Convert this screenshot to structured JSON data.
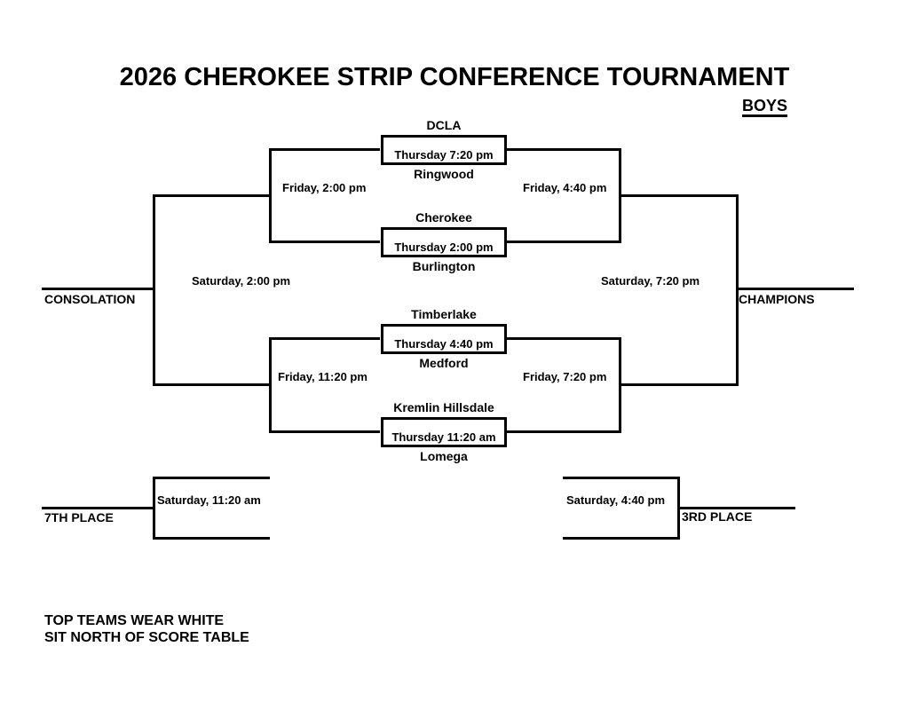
{
  "header": {
    "title": "2026 CHEROKEE STRIP CONFERENCE TOURNAMENT",
    "division": "BOYS"
  },
  "games": [
    {
      "id": "game-1",
      "top_team": "DCLA",
      "time": "Thursday 7:20 pm",
      "bottom_team": "Ringwood"
    },
    {
      "id": "game-2",
      "top_team": "Cherokee",
      "time": "Thursday 2:00 pm",
      "bottom_team": "Burlington"
    },
    {
      "id": "game-3",
      "top_team": "Timberlake",
      "time": "Thursday 4:40 pm",
      "bottom_team": "Medford"
    },
    {
      "id": "game-4",
      "top_team": "Kremlin Hillsdale",
      "time": "Thursday 11:20 am",
      "bottom_team": "Lomega"
    }
  ],
  "schedule_labels": {
    "upper_left_semifinal": "Friday, 2:00 pm",
    "upper_right_semifinal": "Friday, 4:40 pm",
    "lower_left_semifinal": "Friday, 11:20 pm",
    "lower_right_semifinal": "Friday, 7:20 pm",
    "consolation_final": "Saturday, 2:00 pm",
    "championship_final": "Saturday, 7:20 pm",
    "seventh_place_game": "Saturday, 11:20 am",
    "third_place_game": "Saturday, 4:40 pm"
  },
  "placements": {
    "consolation": "CONSOLATION",
    "champions": "CHAMPIONS",
    "seventh": "7TH PLACE",
    "third": "3RD PLACE"
  },
  "notes": {
    "line1": "TOP TEAMS WEAR WHITE",
    "line2": "SIT NORTH OF SCORE TABLE"
  },
  "colors": {
    "background": "#ffffff",
    "line": "#000000",
    "text": "#000000"
  }
}
